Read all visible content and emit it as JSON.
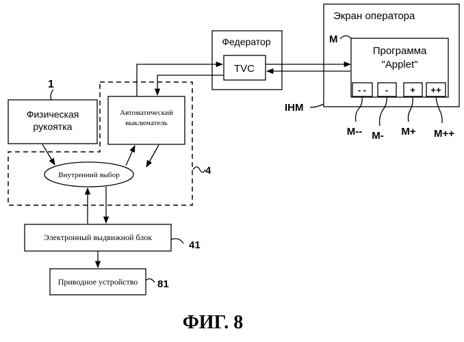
{
  "operator_screen": {
    "title": "Экран оператора",
    "m_label": "M",
    "ihm_label": "IHM"
  },
  "federator": {
    "title": "Федератор",
    "tvc": "TVC"
  },
  "applet": {
    "line1": "Программа",
    "line2": "\"Applet\""
  },
  "buttons": [
    "- -",
    "-",
    "+",
    "++"
  ],
  "button_labels": [
    "M--",
    "M-",
    "M+",
    "M++"
  ],
  "physical_handle": {
    "line1": "Физическая",
    "line2": "рукоятка",
    "ref": "1"
  },
  "auto_switch": {
    "line1": "Автоматический",
    "line2": "выключатель"
  },
  "internal_select": {
    "label": "Внутренний выбор",
    "group_ref": "4"
  },
  "electronic_block": {
    "label": "Электронный выдвижной блок",
    "ref": "41"
  },
  "drive_device": {
    "label": "Приводное устройство",
    "ref": "81"
  },
  "figure_caption": "ФИГ. 8"
}
